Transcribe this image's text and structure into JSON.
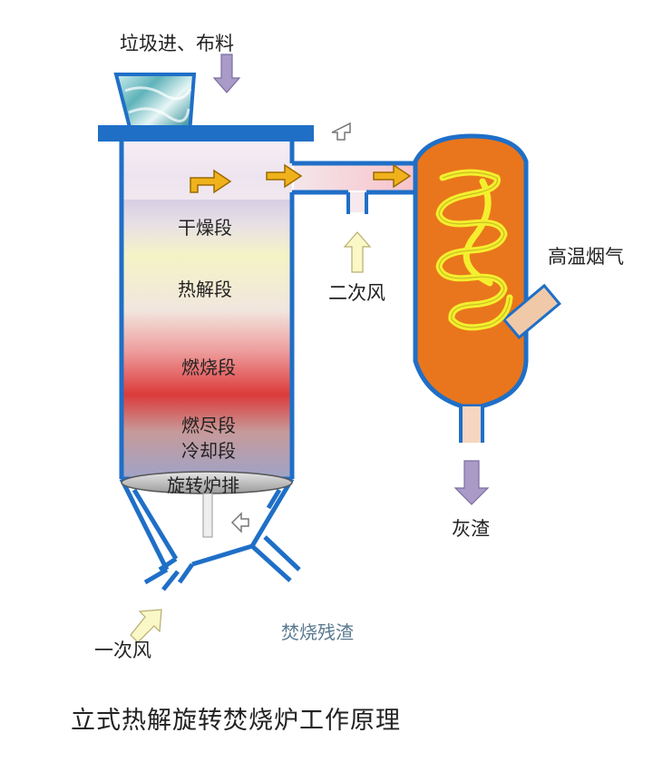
{
  "labels": {
    "feed": "垃圾进、布料",
    "drying": "干燥段",
    "pyrolysis": "热解段",
    "combustion": "燃烧段",
    "burnout": "燃尽段",
    "cooling": "冷却段",
    "grate": "旋转炉排",
    "secondary_air": "二次风",
    "primary_air": "一次风",
    "hot_flue_gas": "高温烟气",
    "ash": "灰渣",
    "residue": "焚烧残渣"
  },
  "caption": "立式热解旋转焚烧炉工作原理",
  "colors": {
    "wall": "#1f6fc7",
    "boiler": "#e9761c",
    "coil": "#f4ef2e",
    "flow_arrow": "#f0b21c",
    "air_arrow": "#fbf8c8",
    "down_arrow": "#a99ac8"
  }
}
